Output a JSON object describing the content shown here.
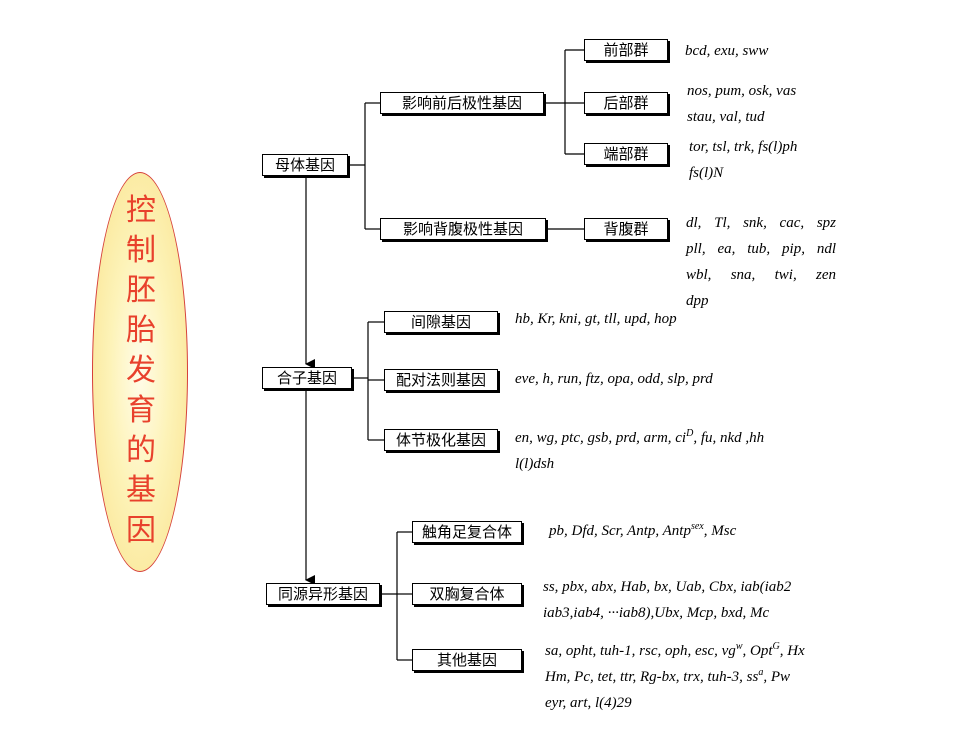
{
  "title": "控制胚胎发育的基因",
  "groups": {
    "maternal": {
      "label": "母体基因",
      "subgroups": {
        "ap": {
          "label": "影响前后极性基因",
          "classes": {
            "anterior": {
              "label": "前部群",
              "genes": [
                "bcd, exu, sww"
              ]
            },
            "posterior": {
              "label": "后部群",
              "genes": [
                "nos, pum, osk, vas",
                "stau, val, tud"
              ]
            },
            "terminal": {
              "label": "端部群",
              "genes": [
                "tor, tsl, trk, fs(l)ph",
                "fs(l)N"
              ]
            }
          }
        },
        "dv": {
          "label": "影响背腹极性基因",
          "classes": {
            "dorsoventral": {
              "label": "背腹群",
              "genes": [
                "dl, Tl, snk, cac, spz",
                "pll, ea, tub, pip, ndl",
                "wbl, sna, twi, zen",
                "dpp"
              ]
            }
          }
        }
      }
    },
    "zygotic": {
      "label": "合子基因",
      "subgroups": {
        "gap": {
          "label": "间隙基因",
          "genes": [
            "hb, Kr, kni, gt, tll, upd, hop"
          ]
        },
        "pair_rule": {
          "label": "配对法则基因",
          "genes": [
            "eve, h, run, ftz, opa, odd, slp, prd"
          ]
        },
        "segment_polarity": {
          "label": "体节极化基因",
          "genes": {
            "line1_a": "en, wg, ptc, gsb, prd, arm, ci",
            "line1_sup": "D",
            "line1_b": ", fu, nkd ,hh",
            "line2": "l(l)dsh"
          }
        }
      }
    },
    "homeotic": {
      "label": "同源异形基因",
      "subgroups": {
        "antennapedia": {
          "label": "触角足复合体",
          "genes": {
            "a": "pb, Dfd, Scr, Antp, Antp",
            "sup": "sex",
            "b": ", Msc"
          }
        },
        "bithorax": {
          "label": "双胸复合体",
          "genes": [
            "ss, pbx, abx, Hab, bx, Uab, Cbx, iab(iab2",
            "iab3,iab4, ···iab8),Ubx, Mcp, bxd, Mc"
          ]
        },
        "other": {
          "label": "其他基因",
          "genes": {
            "l1_a": "sa, opht, tuh-1, rsc, oph, esc, vg",
            "l1_sup1": "w",
            "l1_b": ", Opt",
            "l1_sup2": "G",
            "l1_c": ", Hx",
            "l2_a": "Hm, Pc, tet, ttr, Rg-bx, trx, tuh-3, ss",
            "l2_sup": "a",
            "l2_b": ", Pw",
            "l3": "eyr, art, l(4)29"
          }
        }
      }
    }
  },
  "colors": {
    "title": "#e8412c",
    "oval_border": "#d6403a",
    "oval_fill": "#f9e28d",
    "lines": "#000000"
  }
}
